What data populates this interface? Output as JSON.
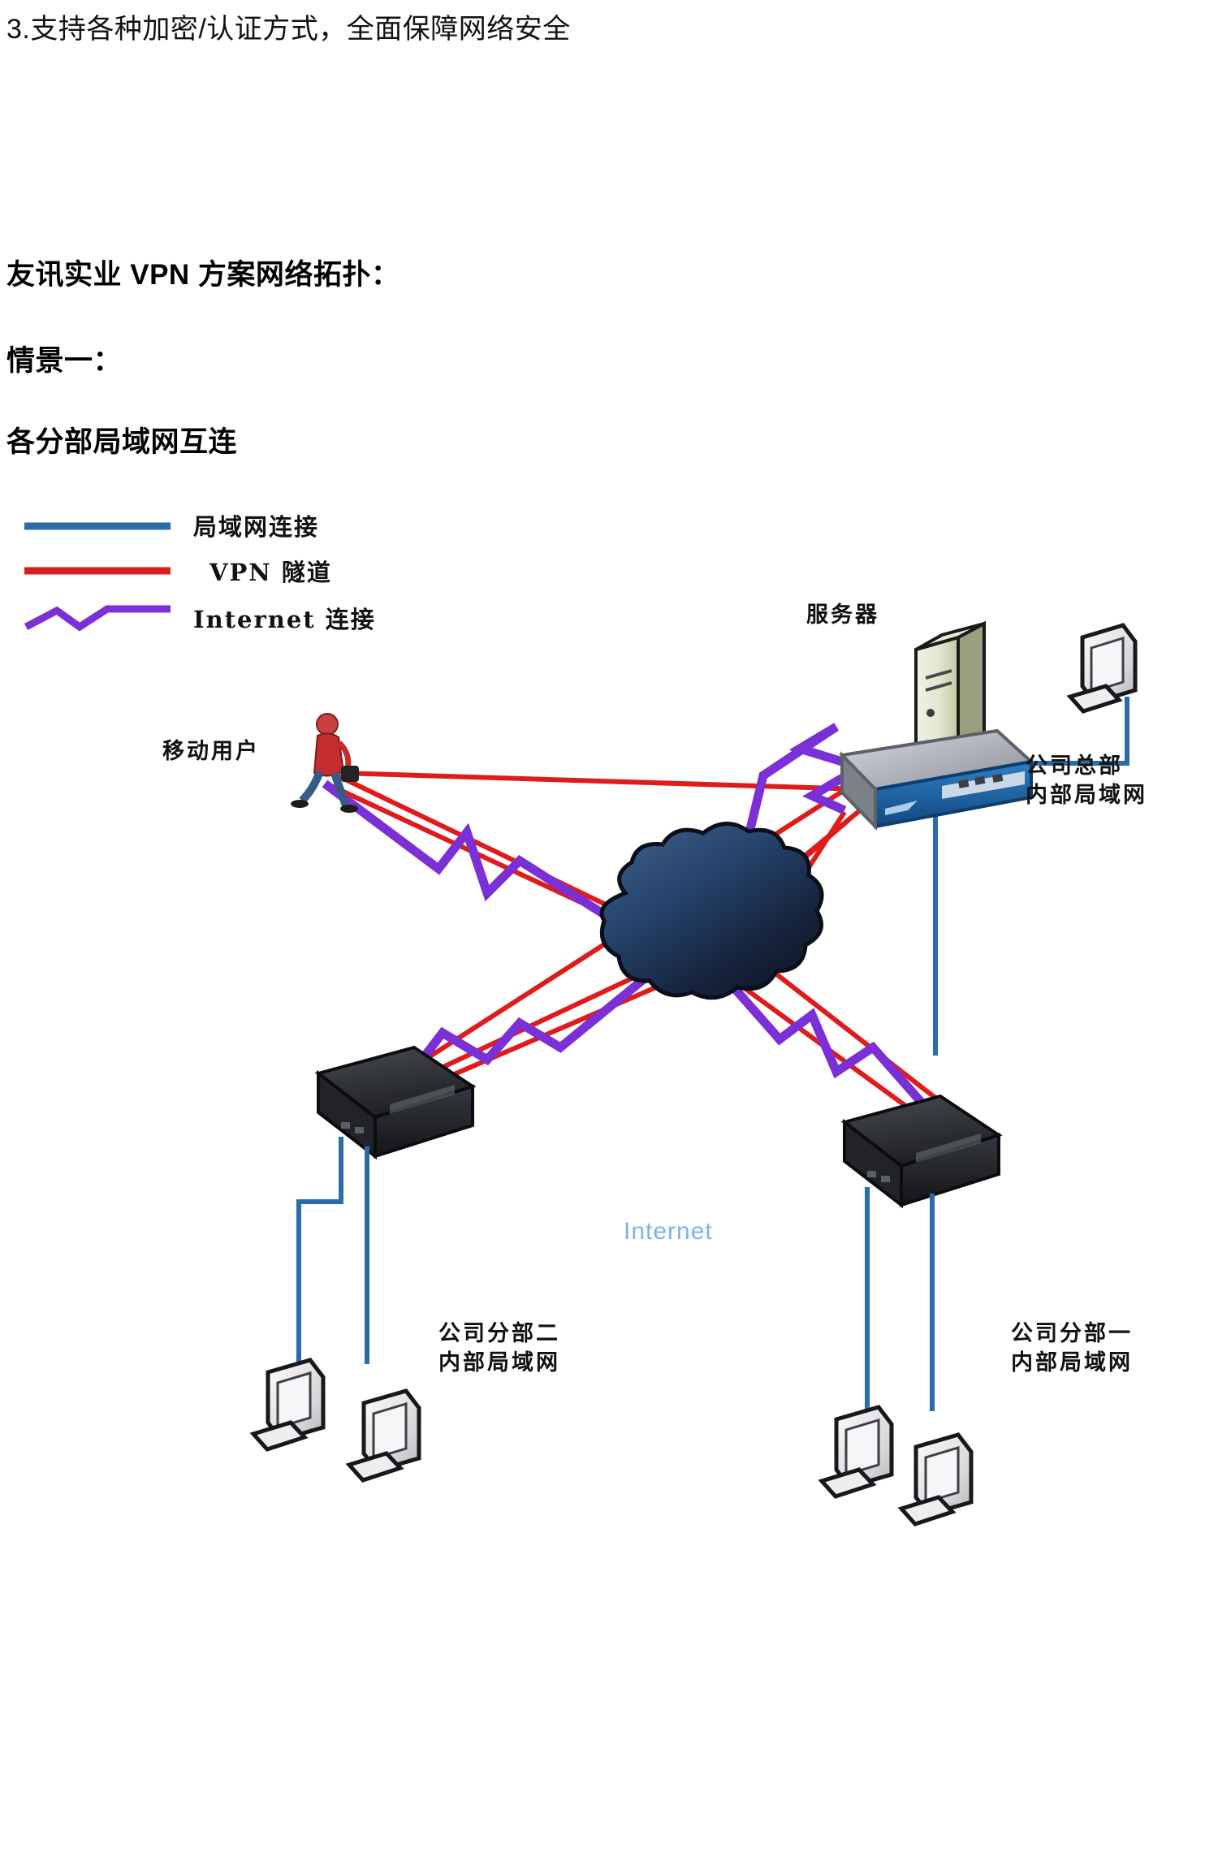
{
  "document": {
    "intro_line": "3.支持各种加密/认证方式，全面保障网络安全",
    "topology_title": "友讯实业 VPN 方案网络拓扑：",
    "scene_title": "情景一：",
    "scene_subtitle": "各分部局域网互连"
  },
  "diagram": {
    "legend": [
      {
        "id": "lan",
        "label": "局域网连接",
        "color": "#2a6ca8",
        "style": "solid"
      },
      {
        "id": "vpn",
        "label": "VPN 隧道",
        "color": "#d81f1f",
        "style": "solid"
      },
      {
        "id": "internet",
        "label": "Internet 连接",
        "color": "#7b2fd6",
        "style": "zigzag"
      }
    ],
    "cloud": {
      "label": "Internet",
      "text_color": "#7fb4e8",
      "body_color": "#1b2d52"
    },
    "nodes": [
      {
        "id": "server",
        "label": "服务器",
        "type": "tower-server"
      },
      {
        "id": "mobile",
        "label": "移动用户",
        "type": "mobile-user"
      },
      {
        "id": "hq",
        "label": "公司总部\n内部局域网",
        "type": "rack-router"
      },
      {
        "id": "branch2",
        "label": "公司分部二\n内部局域网",
        "type": "black-router"
      },
      {
        "id": "branch1",
        "label": "公司分部一\n内部局域网",
        "type": "black-router"
      },
      {
        "id": "pc-hq",
        "label": "",
        "type": "desktop-pc"
      },
      {
        "id": "pc-b2-1",
        "label": "",
        "type": "desktop-pc"
      },
      {
        "id": "pc-b2-2",
        "label": "",
        "type": "desktop-pc"
      },
      {
        "id": "pc-b1-1",
        "label": "",
        "type": "desktop-pc"
      },
      {
        "id": "pc-b1-2",
        "label": "",
        "type": "desktop-pc"
      }
    ],
    "colors": {
      "lan_line": "#2a6ca8",
      "vpn_line": "#e01b1b",
      "internet_line": "#7b2fd6",
      "router_dark": "#2a2a2e",
      "router_hq_top": "#b9bcc4",
      "router_hq_front": "#1b5ea8",
      "pc_body": "#e8e8ea",
      "server_body": "#d9dfc4"
    }
  }
}
